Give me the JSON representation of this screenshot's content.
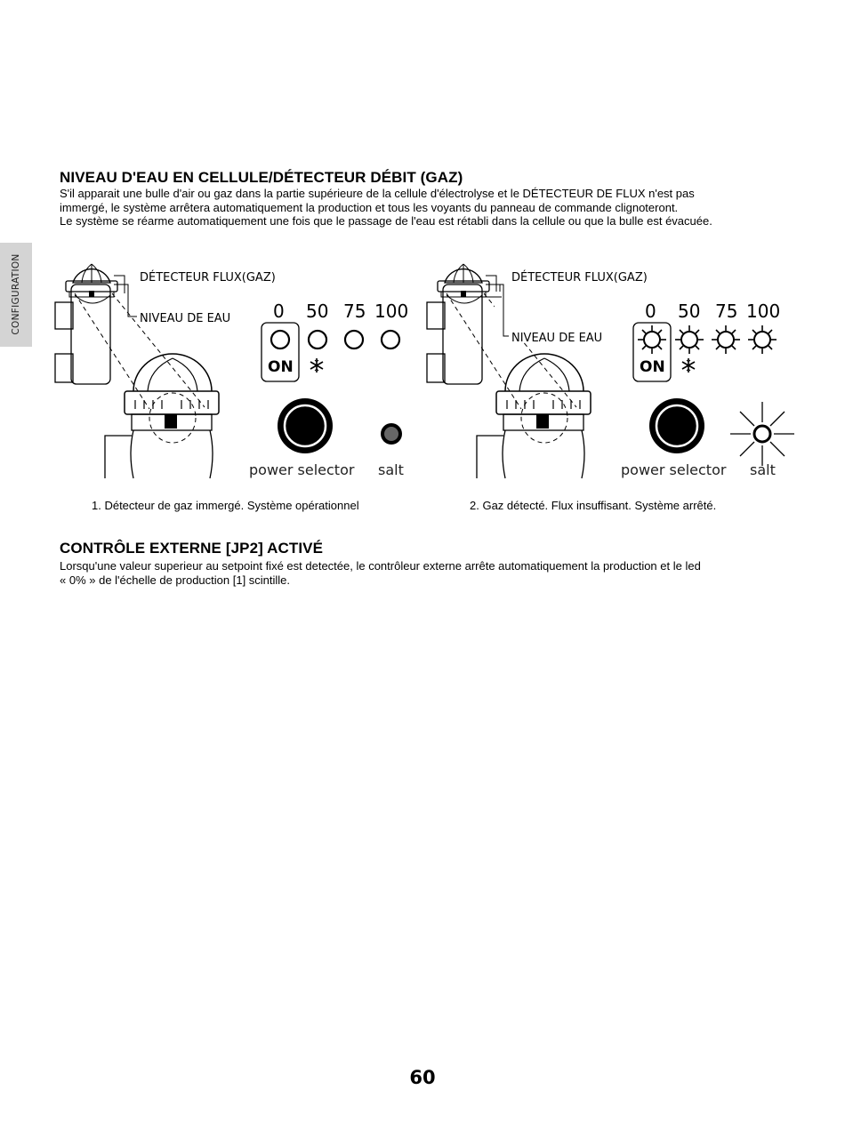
{
  "side_tab": {
    "label": "CONFIGURATION"
  },
  "section1": {
    "title": "NIVEAU D'EAU EN CELLULE/DÉTECTEUR DÉBIT (GAZ)",
    "lines": [
      "S'il apparait une bulle d'air ou gaz dans la partie supérieure de la cellule d'électrolyse et le DÉTECTEUR DE FLUX n'est pas",
      "immergé, le système arrêtera automatiquement la production et tous les voyants du panneau de commande clignoteront.",
      "Le système se réarme automatiquement une fois que le passage de l'eau est rétabli dans la cellule ou que la bulle est évacuée."
    ]
  },
  "figure1": {
    "label_detector": "DÉTECTEUR FLUX(GAZ)",
    "label_level": "NIVEAU DE EAU",
    "scale": [
      "0",
      "50",
      "75",
      "100"
    ],
    "on_label": "ON",
    "snow_icon": "snowflake-icon",
    "power_label": "power selector",
    "salt_label": "salt",
    "caption": "1. Détecteur de gaz immergé. Système opérationnel"
  },
  "figure2": {
    "label_detector": "DÉTECTEUR FLUX(GAZ)",
    "label_level": "NIVEAU DE EAU",
    "scale": [
      "0",
      "50",
      "75",
      "100"
    ],
    "on_label": "ON",
    "snow_icon": "snowflake-icon",
    "power_label": "power selector",
    "salt_label": "salt",
    "caption": "2. Gaz détecté. Flux insuffisant. Système arrêté."
  },
  "section2": {
    "title": "CONTRÔLE EXTERNE [JP2] ACTIVÉ",
    "lines": [
      "Lorsqu'une valeur superieur au setpoint fixé est detectée, le contrôleur externe arrête automatiquement la production et le led",
      "« 0% » de l'échelle de production [1] scintille."
    ]
  },
  "page_number": "60"
}
